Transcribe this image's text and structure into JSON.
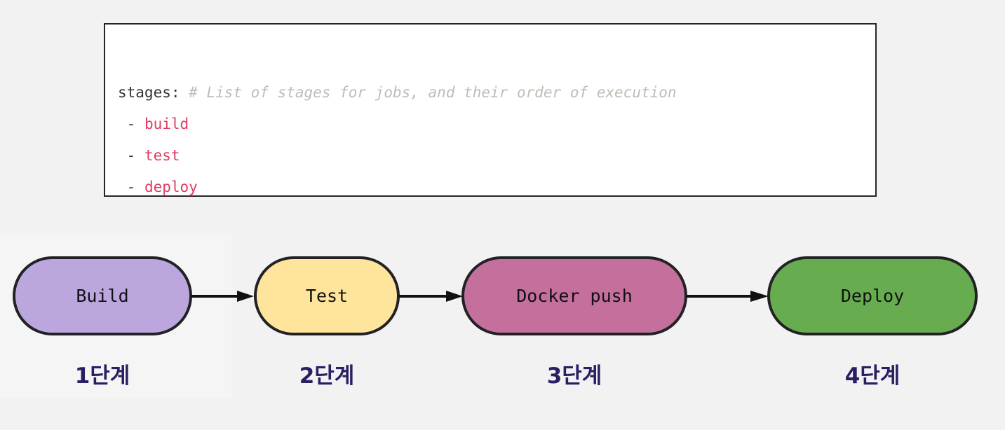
{
  "code_block": {
    "language": "yaml",
    "lines": [
      {
        "key": "stages:",
        "comment": "# List of stages for jobs, and their order of execution"
      },
      {
        "dash": "-",
        "value": "build"
      },
      {
        "dash": "-",
        "value": "test"
      },
      {
        "dash": "-",
        "value": "deploy"
      }
    ],
    "colors": {
      "background": "#ffffff",
      "border": "#25262a",
      "key": "#333333",
      "comment": "#b9bfb4",
      "value": "#e03c62"
    }
  },
  "diagram": {
    "type": "flowchart",
    "direction": "left-to-right",
    "nodes": [
      {
        "id": "build",
        "label": "Build",
        "fill": "#bba6dd",
        "step_label": "1단계"
      },
      {
        "id": "test",
        "label": "Test",
        "fill": "#ffe49b",
        "step_label": "2단계"
      },
      {
        "id": "docker",
        "label": "Docker push",
        "fill": "#c56f9d",
        "step_label": "3단계"
      },
      {
        "id": "deploy",
        "label": "Deploy",
        "fill": "#68ac50",
        "step_label": "4단계"
      }
    ],
    "edges": [
      {
        "from": "build",
        "to": "test"
      },
      {
        "from": "test",
        "to": "docker"
      },
      {
        "from": "docker",
        "to": "deploy"
      }
    ],
    "colors": {
      "node_border": "#222226",
      "node_text": "#101014",
      "edge": "#111111",
      "step_label_text": "#2a1f63",
      "canvas": "#f5f5f5",
      "page_background": "#f2f2f2"
    }
  }
}
